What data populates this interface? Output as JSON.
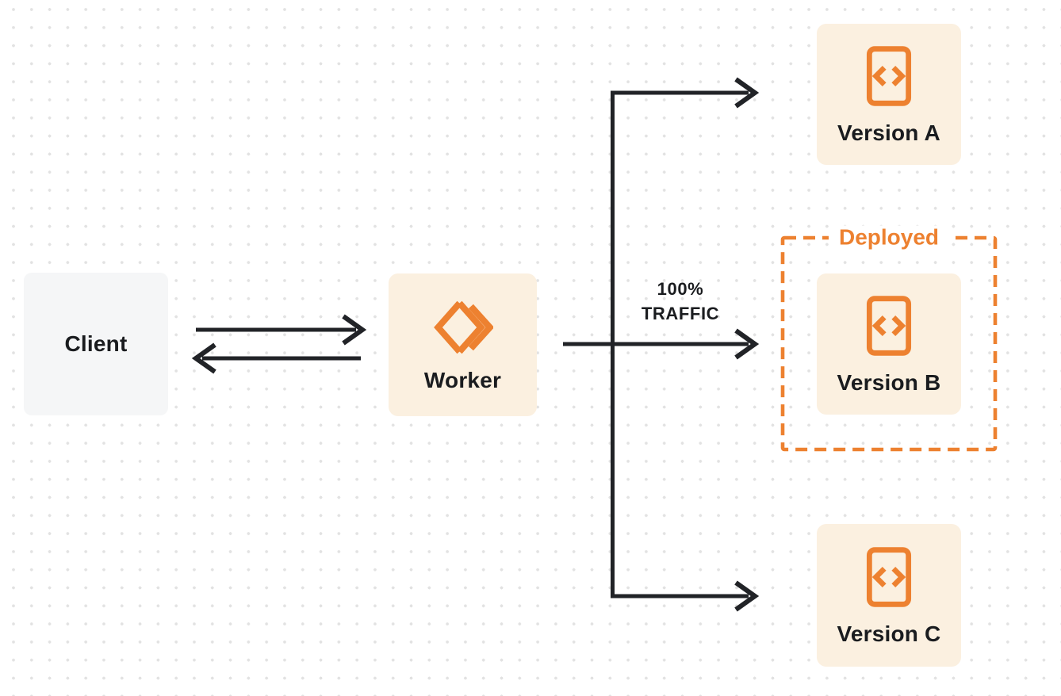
{
  "diagram": {
    "client": {
      "label": "Client"
    },
    "worker": {
      "label": "Worker",
      "icon": "cloudflare-workers-logo-icon"
    },
    "versions": [
      {
        "label": "Version A",
        "icon": "code-file-icon"
      },
      {
        "label": "Version B",
        "icon": "code-file-icon",
        "group": "Deployed"
      },
      {
        "label": "Version C",
        "icon": "code-file-icon"
      }
    ],
    "deployed_group": {
      "label": "Deployed"
    },
    "traffic_annotation": {
      "line1": "100%",
      "line2": "TRAFFIC"
    },
    "colors": {
      "accent_orange": "#ED8130",
      "node_fill_cream": "#FBF0E0",
      "client_fill_gray": "#F5F6F7",
      "connector_dark": "#212327",
      "dot_grid_gray": "#E2E2E2",
      "background": "#FFFFFF"
    }
  }
}
